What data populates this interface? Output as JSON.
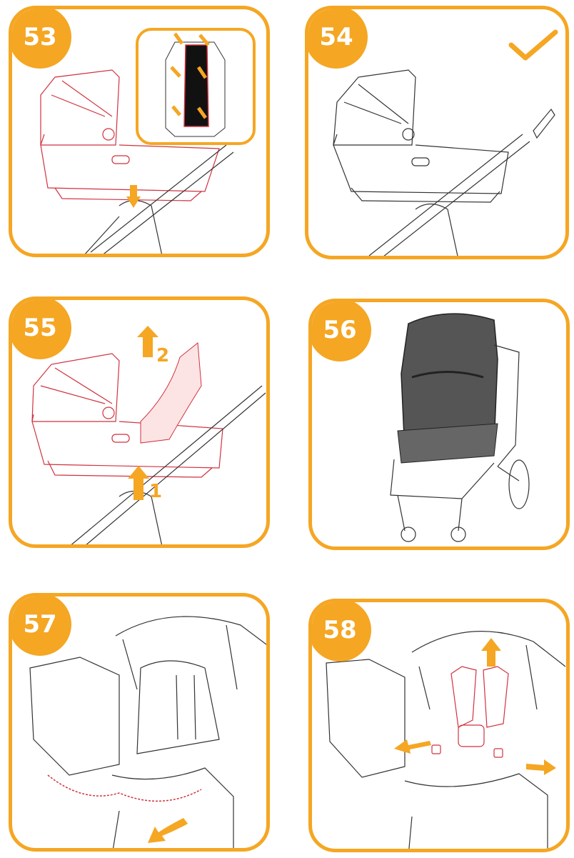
{
  "steps": [
    {
      "number": "53"
    },
    {
      "number": "54"
    },
    {
      "number": "55",
      "labels": [
        "2",
        "1"
      ]
    },
    {
      "number": "56"
    },
    {
      "number": "57"
    },
    {
      "number": "58"
    }
  ],
  "colors": {
    "accent": "#f5a623",
    "highlight": "#d0323f",
    "line": "#333333"
  },
  "icons": {
    "check": "check-icon",
    "arrow": "arrow-icon"
  }
}
